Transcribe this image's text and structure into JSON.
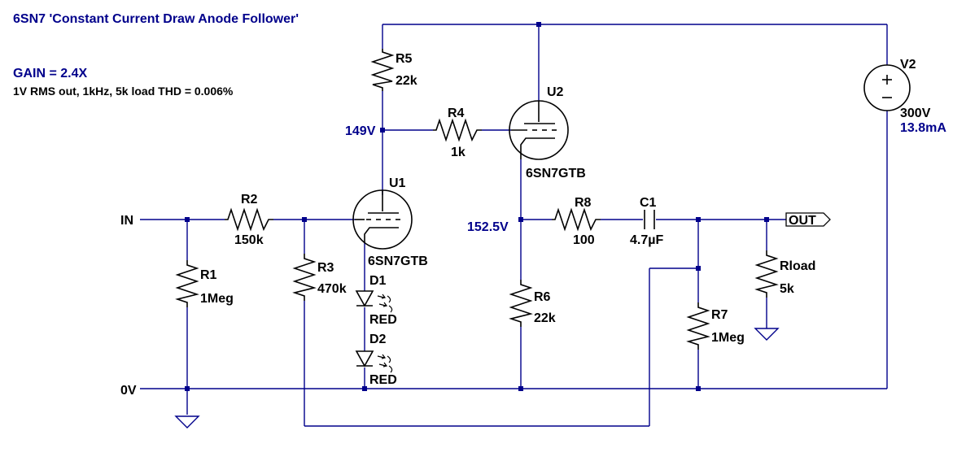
{
  "title": "6SN7 'Constant Current Draw Anode Follower'",
  "gain": "GAIN = 2.4X",
  "note": "1V RMS out, 1kHz, 5k load THD = 0.006%",
  "colors": {
    "wire": "#00008b",
    "node": "#00008b",
    "component": "#000000",
    "highlight_text": "#00008b"
  },
  "labels": {
    "in": "IN",
    "gnd": "0V",
    "out": "OUT"
  },
  "voltages": {
    "v_anode_u1": "149V",
    "v_cathode_u2": "152.5V",
    "v2_current": "13.8mA"
  },
  "components": {
    "r1": {
      "name": "R1",
      "value": "1Meg"
    },
    "r2": {
      "name": "R2",
      "value": "150k"
    },
    "r3": {
      "name": "R3",
      "value": "470k"
    },
    "r4": {
      "name": "R4",
      "value": "1k"
    },
    "r5": {
      "name": "R5",
      "value": "22k"
    },
    "r6": {
      "name": "R6",
      "value": "22k"
    },
    "r7": {
      "name": "R7",
      "value": "1Meg"
    },
    "r8": {
      "name": "R8",
      "value": "100"
    },
    "rload": {
      "name": "Rload",
      "value": "5k"
    },
    "c1": {
      "name": "C1",
      "value": "4.7µF"
    },
    "u1": {
      "name": "U1",
      "value": "6SN7GTB"
    },
    "u2": {
      "name": "U2",
      "value": "6SN7GTB"
    },
    "d1": {
      "name": "D1",
      "value": "RED"
    },
    "d2": {
      "name": "D2",
      "value": "RED"
    },
    "v2": {
      "name": "V2",
      "value": "300V"
    }
  }
}
